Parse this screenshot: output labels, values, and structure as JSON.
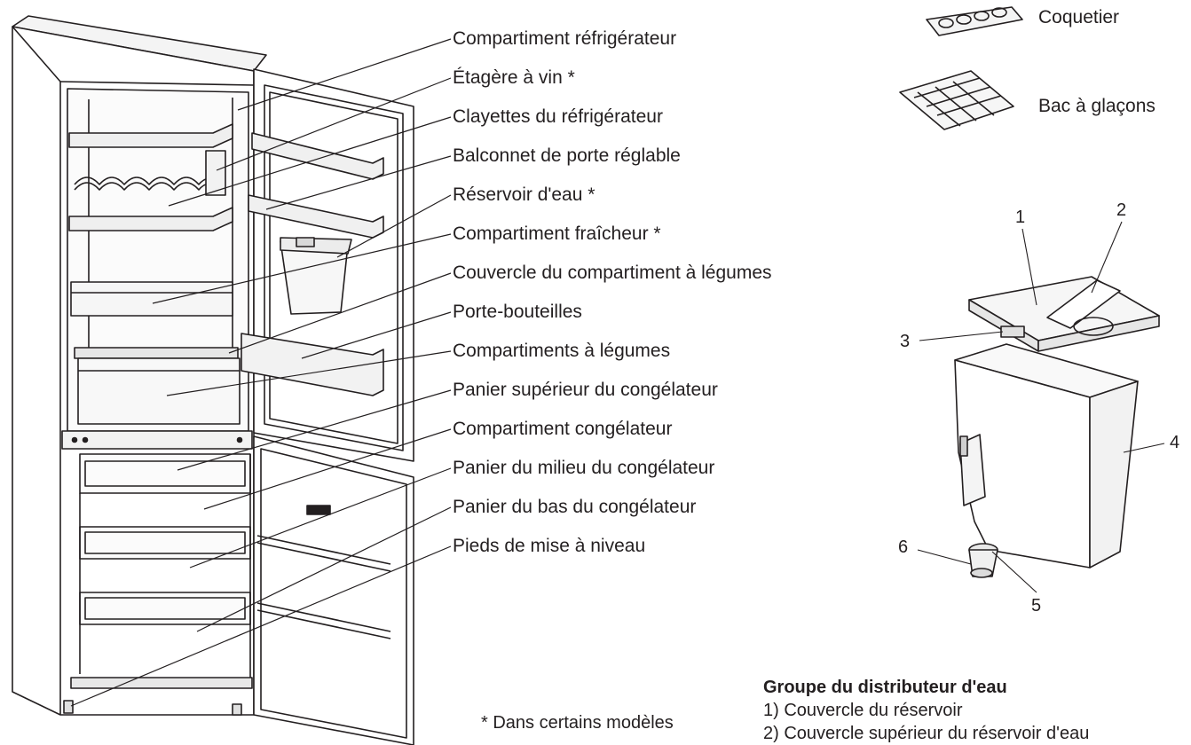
{
  "labels": [
    "Compartiment réfrigérateur",
    "Étagère à vin *",
    "Clayettes du réfrigérateur",
    "Balconnet de porte réglable",
    "Réservoir d'eau *",
    "Compartiment fraîcheur *",
    "Couvercle du compartiment à légumes",
    "Porte-bouteilles",
    "Compartiments à légumes",
    "Panier supérieur du congélateur",
    "Compartiment congélateur",
    "Panier du milieu du congélateur",
    "Panier du bas du congélateur",
    "Pieds de mise à niveau"
  ],
  "accessories": {
    "egg_tray": "Coquetier",
    "ice_tray": "Bac à glaçons"
  },
  "dispenser": {
    "numbers": [
      "1",
      "2",
      "3",
      "4",
      "5",
      "6"
    ],
    "title": "Groupe du distributeur d'eau",
    "items": [
      "1) Couvercle du réservoir",
      "2) Couvercle supérieur du réservoir d'eau"
    ]
  },
  "footnote": "* Dans certains modèles"
}
